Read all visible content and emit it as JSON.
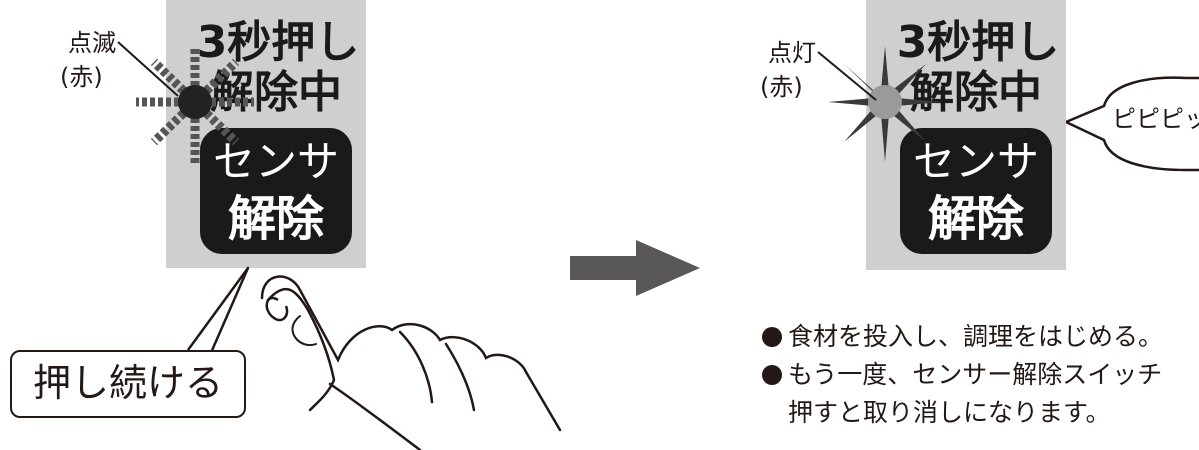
{
  "left_panel": {
    "indicator_label": "点滅",
    "indicator_color_label": "(赤)",
    "title_line1": "3秒押し",
    "title_line2": "解除中",
    "button_line1": "センサー",
    "button_line2": "解除",
    "callout": "押し続ける"
  },
  "right_panel": {
    "indicator_label": "点灯",
    "indicator_color_label": "(赤)",
    "title_line1": "3秒押し",
    "title_line2": "解除中",
    "button_line1": "センサー",
    "button_line2": "解除",
    "sound_bubble": "ピピピッ"
  },
  "notes": [
    "食材を投入し、調理をはじめる。",
    "もう一度、センサー解除スイッチ",
    "押すと取り消しになります。"
  ],
  "colors": {
    "panel": "#cfcfcf",
    "button": "#1a1a1a",
    "indicator": "#333333",
    "arrow": "#595757"
  },
  "icons": {
    "indicator_blinking": "blinking-light-icon",
    "indicator_lit": "lit-light-icon",
    "arrow": "arrow-right-icon",
    "hand": "pointing-hand-icon"
  }
}
